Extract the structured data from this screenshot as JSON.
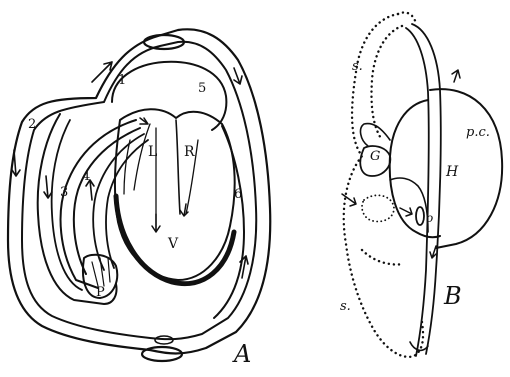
{
  "figure_a": {
    "panel_label": "A",
    "labels": {
      "n1": "1",
      "n2": "2",
      "n3": "3",
      "n4": "4",
      "n5": "5",
      "n6": "6",
      "left": "L",
      "right": "R",
      "ventricle": "V",
      "p": "P"
    }
  },
  "figure_b": {
    "panel_label": "B",
    "labels": {
      "s_top": "s.",
      "s_bottom": "s.",
      "g": "G",
      "o": "o",
      "h": "H",
      "pc": "p.c."
    }
  }
}
